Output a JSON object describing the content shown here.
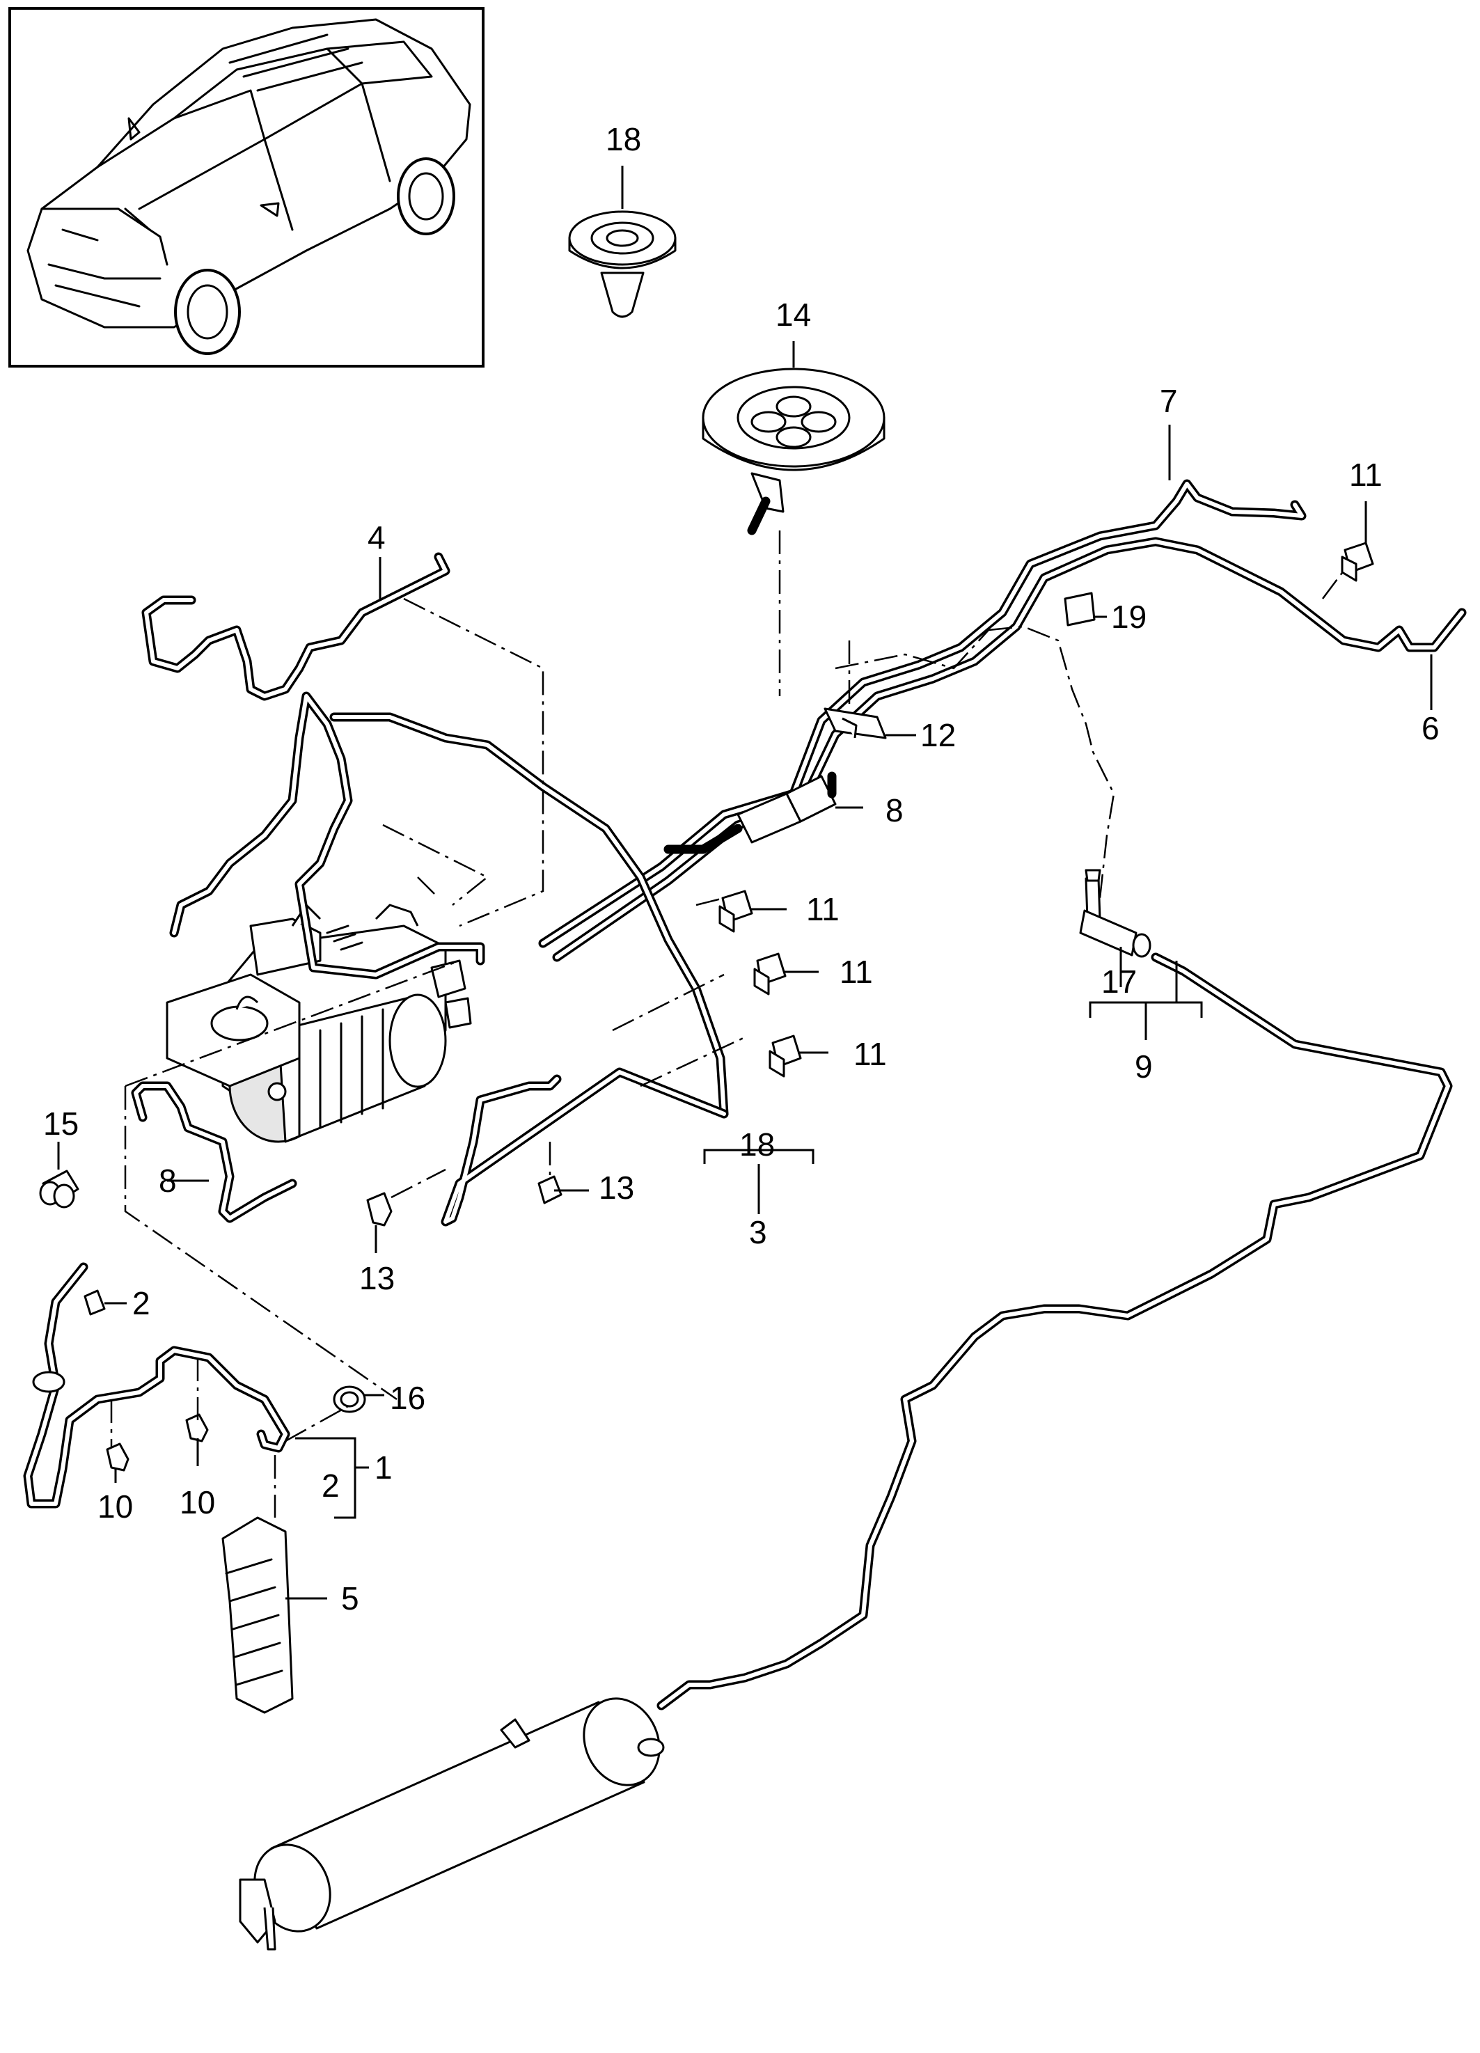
{
  "callouts": [
    {
      "id": "c18a",
      "label": "18"
    },
    {
      "id": "c14",
      "label": "14"
    },
    {
      "id": "c7",
      "label": "7"
    },
    {
      "id": "c11a",
      "label": "11"
    },
    {
      "id": "c4",
      "label": "4"
    },
    {
      "id": "c19",
      "label": "19"
    },
    {
      "id": "c6",
      "label": "6"
    },
    {
      "id": "c12",
      "label": "12"
    },
    {
      "id": "c8a",
      "label": "8"
    },
    {
      "id": "c11b",
      "label": "11"
    },
    {
      "id": "c11c",
      "label": "11"
    },
    {
      "id": "c11d",
      "label": "11"
    },
    {
      "id": "c17",
      "label": "17"
    },
    {
      "id": "c9",
      "label": "9"
    },
    {
      "id": "c15",
      "label": "15"
    },
    {
      "id": "c8b",
      "label": "8"
    },
    {
      "id": "c18b",
      "label": "18"
    },
    {
      "id": "c3",
      "label": "3"
    },
    {
      "id": "c13a",
      "label": "13"
    },
    {
      "id": "c13b",
      "label": "13"
    },
    {
      "id": "c2a",
      "label": "2"
    },
    {
      "id": "c16",
      "label": "16"
    },
    {
      "id": "c1",
      "label": "1"
    },
    {
      "id": "c2b",
      "label": "2"
    },
    {
      "id": "c10a",
      "label": "10"
    },
    {
      "id": "c10b",
      "label": "10"
    },
    {
      "id": "c5",
      "label": "5"
    }
  ]
}
